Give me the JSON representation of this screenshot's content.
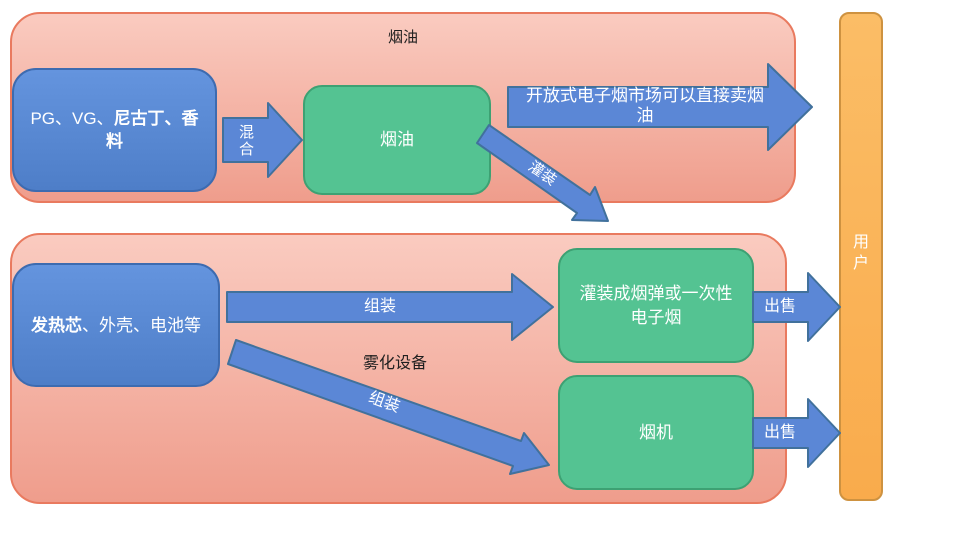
{
  "colors": {
    "pink-border": "#E97A5F",
    "pink-top": "#FACBC0",
    "pink-bottom": "#EF9D8C",
    "blue-fill": "#4E7EC8",
    "blue-fill-light": "#6494DE",
    "blue-border": "#3D6BB0",
    "green-fill": "#54C392",
    "green-border": "#3DA173",
    "orange-fill": "#F9AB4C",
    "orange-fill-light": "#FBBD66",
    "orange-border": "#CE9240",
    "arrow-fill": "#5B87D6",
    "arrow-border": "#41719C"
  },
  "top_section": {
    "title": "烟油",
    "ingredients": {
      "normal": "PG、VG、",
      "bold": "尼古丁、香料"
    },
    "mix_arrow": "混合",
    "eliquid": "烟油",
    "market_arrow": "开放式电子烟市场可以直接卖烟油",
    "fill_arrow": "灌装"
  },
  "bottom_section": {
    "components": {
      "bold": "发热芯",
      "normal": "、外壳、电池等"
    },
    "assemble_arrow_1": "组装",
    "pods": "灌装成烟弹或一次性电子烟",
    "sell_arrow_1": "出售",
    "atomizer_caption": "雾化设备",
    "assemble_arrow_2": "组装",
    "device": "烟机",
    "sell_arrow_2": "出售"
  },
  "user": "用户"
}
